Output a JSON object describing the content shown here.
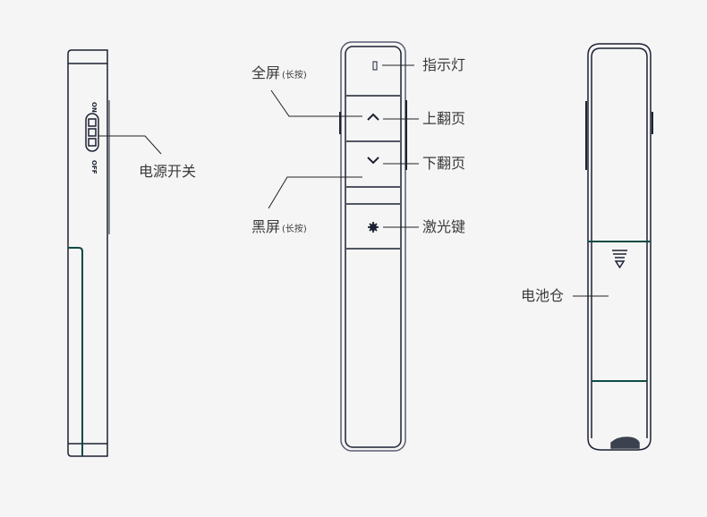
{
  "labels": {
    "power_switch": "电源开关",
    "fullscreen": "全屏",
    "fullscreen_note": "(长按)",
    "blackscreen": "黑屏",
    "blackscreen_note": "(长按)",
    "indicator": "指示灯",
    "page_up": "上翻页",
    "page_down": "下翻页",
    "laser": "激光键",
    "battery": "电池仓"
  },
  "switch_marks": {
    "on": "ON",
    "off": "OFF"
  },
  "colors": {
    "outline": "#1c2233",
    "accent_line": "#0f4a44",
    "leader": "#222"
  }
}
